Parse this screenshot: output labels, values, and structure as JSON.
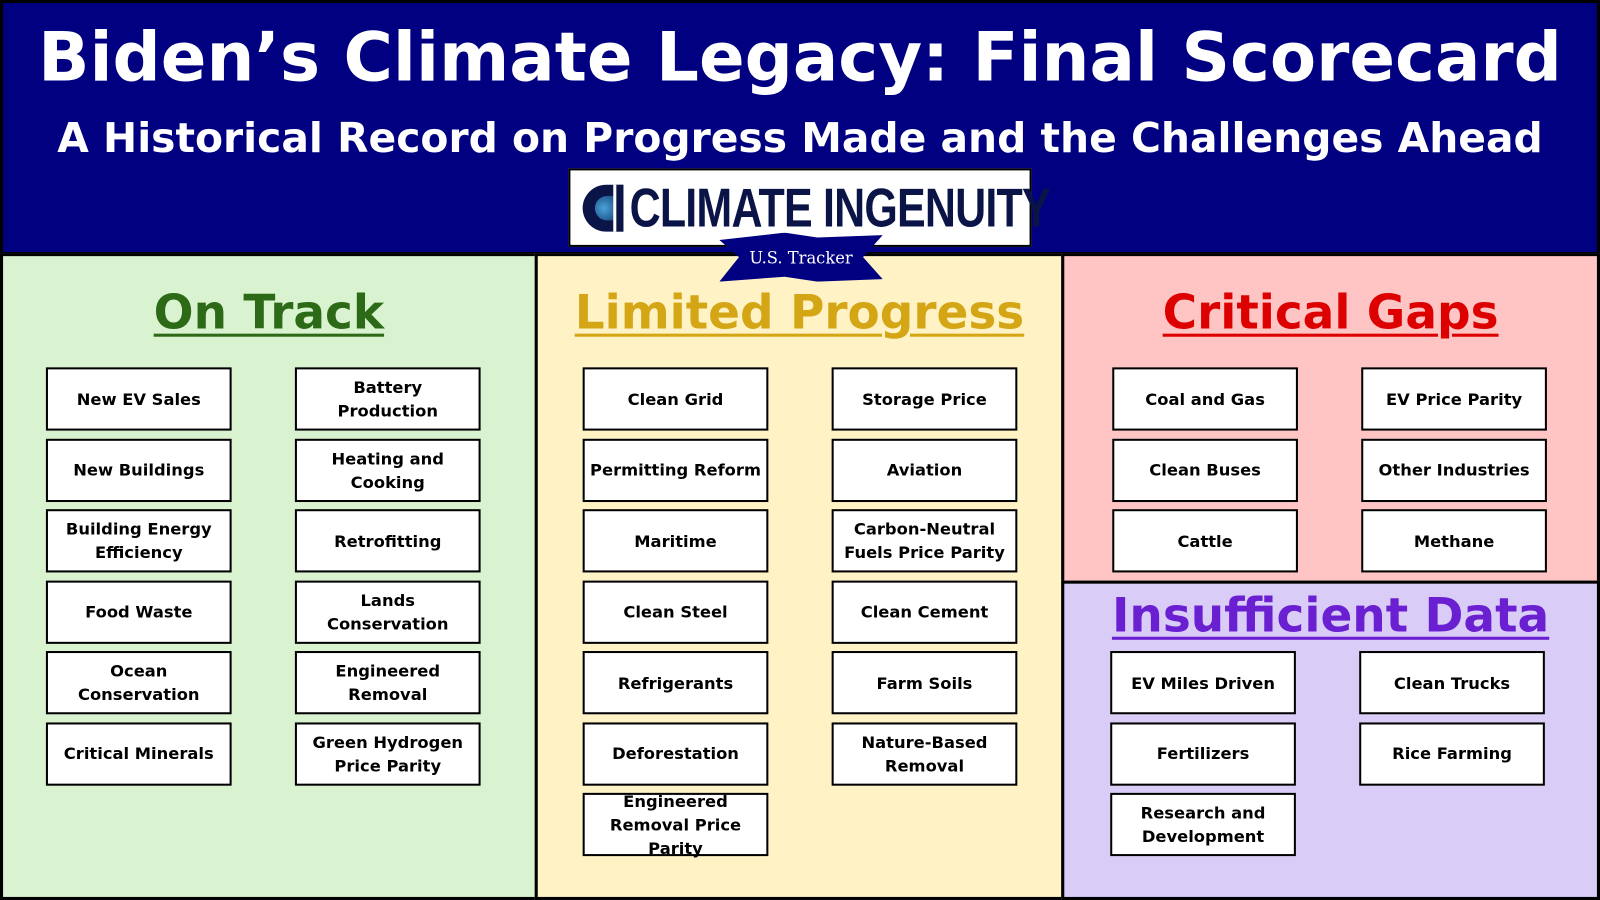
{
  "header": {
    "title": "Biden’s Climate Legacy: Final Scorecard",
    "subtitle": "A Historical Record on Progress Made and the Challenges Ahead",
    "logo_text": "CLIMATE INGENUITY",
    "logo_ribbon": "U.S. Tracker",
    "background": "#000080"
  },
  "categories": [
    {
      "id": "on-track",
      "title": "On Track",
      "title_color": "#2d6a17",
      "background": "#d9f2d0",
      "items": [
        "New EV Sales",
        "Battery Production",
        "New Buildings",
        "Heating and Cooking",
        "Building Energy Efficiency",
        "Retrofitting",
        "Food Waste",
        "Lands Conservation",
        "Ocean Conservation",
        "Engineered Removal",
        "Critical Minerals",
        "Green Hydrogen Price Parity"
      ]
    },
    {
      "id": "limited-progress",
      "title": "Limited Progress",
      "title_color": "#d4a514",
      "background": "#fff2c4",
      "items": [
        "Clean Grid",
        "Storage Price",
        "Permitting Reform",
        "Aviation",
        "Maritime",
        "Carbon-Neutral Fuels Price Parity",
        "Clean Steel",
        "Clean Cement",
        "Refrigerants",
        "Farm Soils",
        "Deforestation",
        "Nature-Based Removal",
        "Engineered Removal Price Parity"
      ]
    },
    {
      "id": "critical-gaps",
      "title": "Critical Gaps",
      "title_color": "#dd0000",
      "background": "#ffc4c4",
      "items": [
        "Coal and Gas",
        "EV Price Parity",
        "Clean Buses",
        "Other Industries",
        "Cattle",
        "Methane"
      ]
    },
    {
      "id": "insufficient-data",
      "title": "Insufficient Data",
      "title_color": "#6a1fd1",
      "background": "#d9cdf7",
      "items": [
        "EV Miles Driven",
        "Clean Trucks",
        "Fertilizers",
        "Rice Farming",
        "Research and Development"
      ]
    }
  ]
}
